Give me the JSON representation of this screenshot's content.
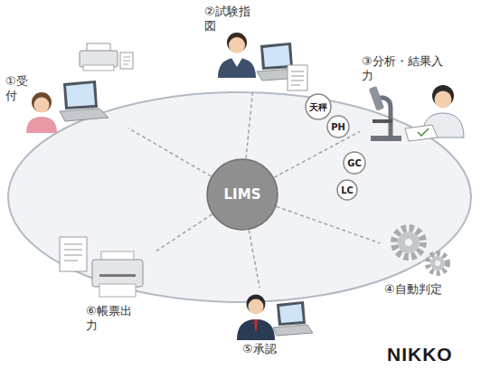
{
  "diagram": {
    "nodes": [
      {
        "text": [
          "①受付"
        ]
      },
      {
        "text": [
          "②試験指図"
        ]
      },
      {
        "text": [
          "③分析・結果入力"
        ]
      },
      {
        "text": [
          "天秤"
        ]
      },
      {
        "text": [
          "PH"
        ]
      },
      {
        "text": [
          "GC"
        ]
      },
      {
        "text": [
          "LC"
        ]
      },
      {
        "text": [
          "LIMS"
        ]
      },
      {
        "text": [
          "④自動判定"
        ]
      },
      {
        "text": [
          "⑤承認"
        ]
      },
      {
        "text": [
          "⑥帳票出力"
        ]
      }
    ],
    "edges": [
      {
        "from": 7,
        "to": 0,
        "arrow": "none"
      },
      {
        "from": 7,
        "to": 1,
        "arrow": "none"
      },
      {
        "from": 7,
        "to": 2,
        "arrow": "none"
      },
      {
        "from": 7,
        "to": 8,
        "arrow": "none"
      },
      {
        "from": 7,
        "to": 9,
        "arrow": "none"
      },
      {
        "from": 7,
        "to": 10,
        "arrow": "none"
      }
    ],
    "labels": [
      "NIKKO"
    ]
  }
}
